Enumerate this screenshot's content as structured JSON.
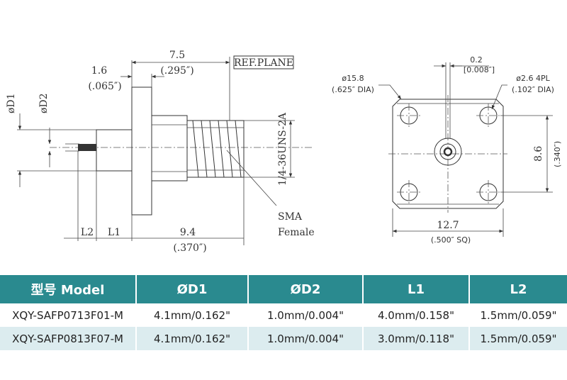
{
  "side_view": {
    "dim_7_5": "7.5",
    "dim_7_5_in": "(.295″)",
    "ref_plane": "REF.PLANE",
    "dim_1_6": "1.6",
    "dim_1_6_in": "(.065″)",
    "label_d1": "øD1",
    "label_d2": "øD2",
    "thread_label": "1/4-36UNS-2A",
    "sma_label": "SMA",
    "female_label": "Female",
    "label_l2": "L2",
    "label_l1": "L1",
    "dim_9_4": "9.4",
    "dim_9_4_in": "(.370″)"
  },
  "front_view": {
    "dim_0_2": "0.2",
    "dim_0_2_in": "[0.008″]",
    "flange_dia": "ø15.8",
    "flange_dia_in": "(.625″  DIA)",
    "hole_dia": "ø2.6  4PL",
    "hole_dia_in": "(.102″  DIA)",
    "dim_8_6": "8.6",
    "dim_8_6_in": "(.340″)",
    "dim_12_7": "12.7",
    "dim_12_7_in": "(.500″   SQ)"
  },
  "table": {
    "headers": [
      "型号 Model",
      "ØD1",
      "ØD2",
      "L1",
      "L2"
    ],
    "rows": [
      [
        "XQY-SAFP0713F01-M",
        "4.1mm/0.162\"",
        "1.0mm/0.004\"",
        "4.0mm/0.158\"",
        "1.5mm/0.059\""
      ],
      [
        "XQY-SAFP0813F07-M",
        "4.1mm/0.162\"",
        "1.0mm/0.004\"",
        "3.0mm/0.118\"",
        "1.5mm/0.059\""
      ]
    ]
  },
  "colors": {
    "header_bg": "#2a8a8f",
    "row_alt_bg": "#dcecef",
    "line": "#333333"
  }
}
